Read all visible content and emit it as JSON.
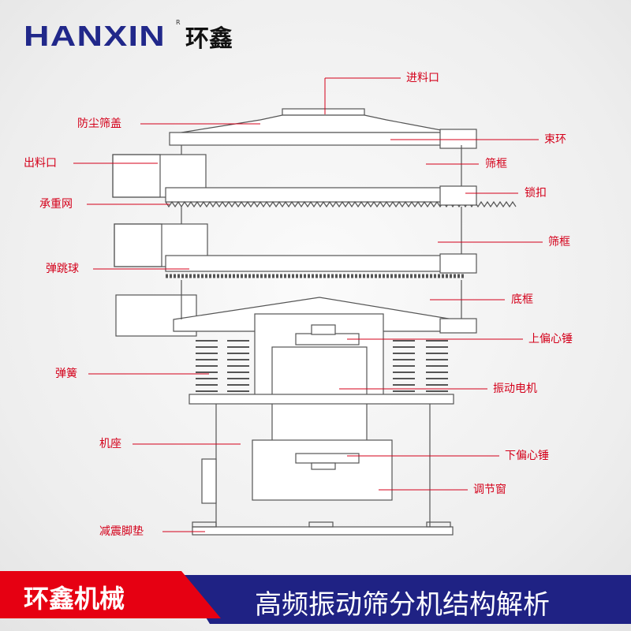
{
  "logo": {
    "brand_en": "HANXIN",
    "registered": "R",
    "brand_cn": "环鑫"
  },
  "labels": {
    "feed_inlet": "进料口",
    "dust_cover": "防尘筛盖",
    "clamp_ring": "束环",
    "discharge_outlet": "出料口",
    "screen_frame_1": "筛框",
    "support_mesh": "承重网",
    "lock": "锁扣",
    "screen_frame_2": "筛框",
    "bouncing_ball": "弹跳球",
    "base_frame": "底框",
    "upper_eccentric": "上偏心锤",
    "spring": "弹簧",
    "vibration_motor": "振动电机",
    "machine_base": "机座",
    "lower_eccentric": "下偏心锤",
    "adjust_window": "调节窗",
    "damping_pad": "减震脚垫"
  },
  "banner": {
    "company": "环鑫机械",
    "title": "高频振动筛分机结构解析"
  },
  "colors": {
    "label": "#d4001a",
    "brand_blue": "#1f2284",
    "brand_red": "#e60012",
    "drawing": "#555555"
  }
}
